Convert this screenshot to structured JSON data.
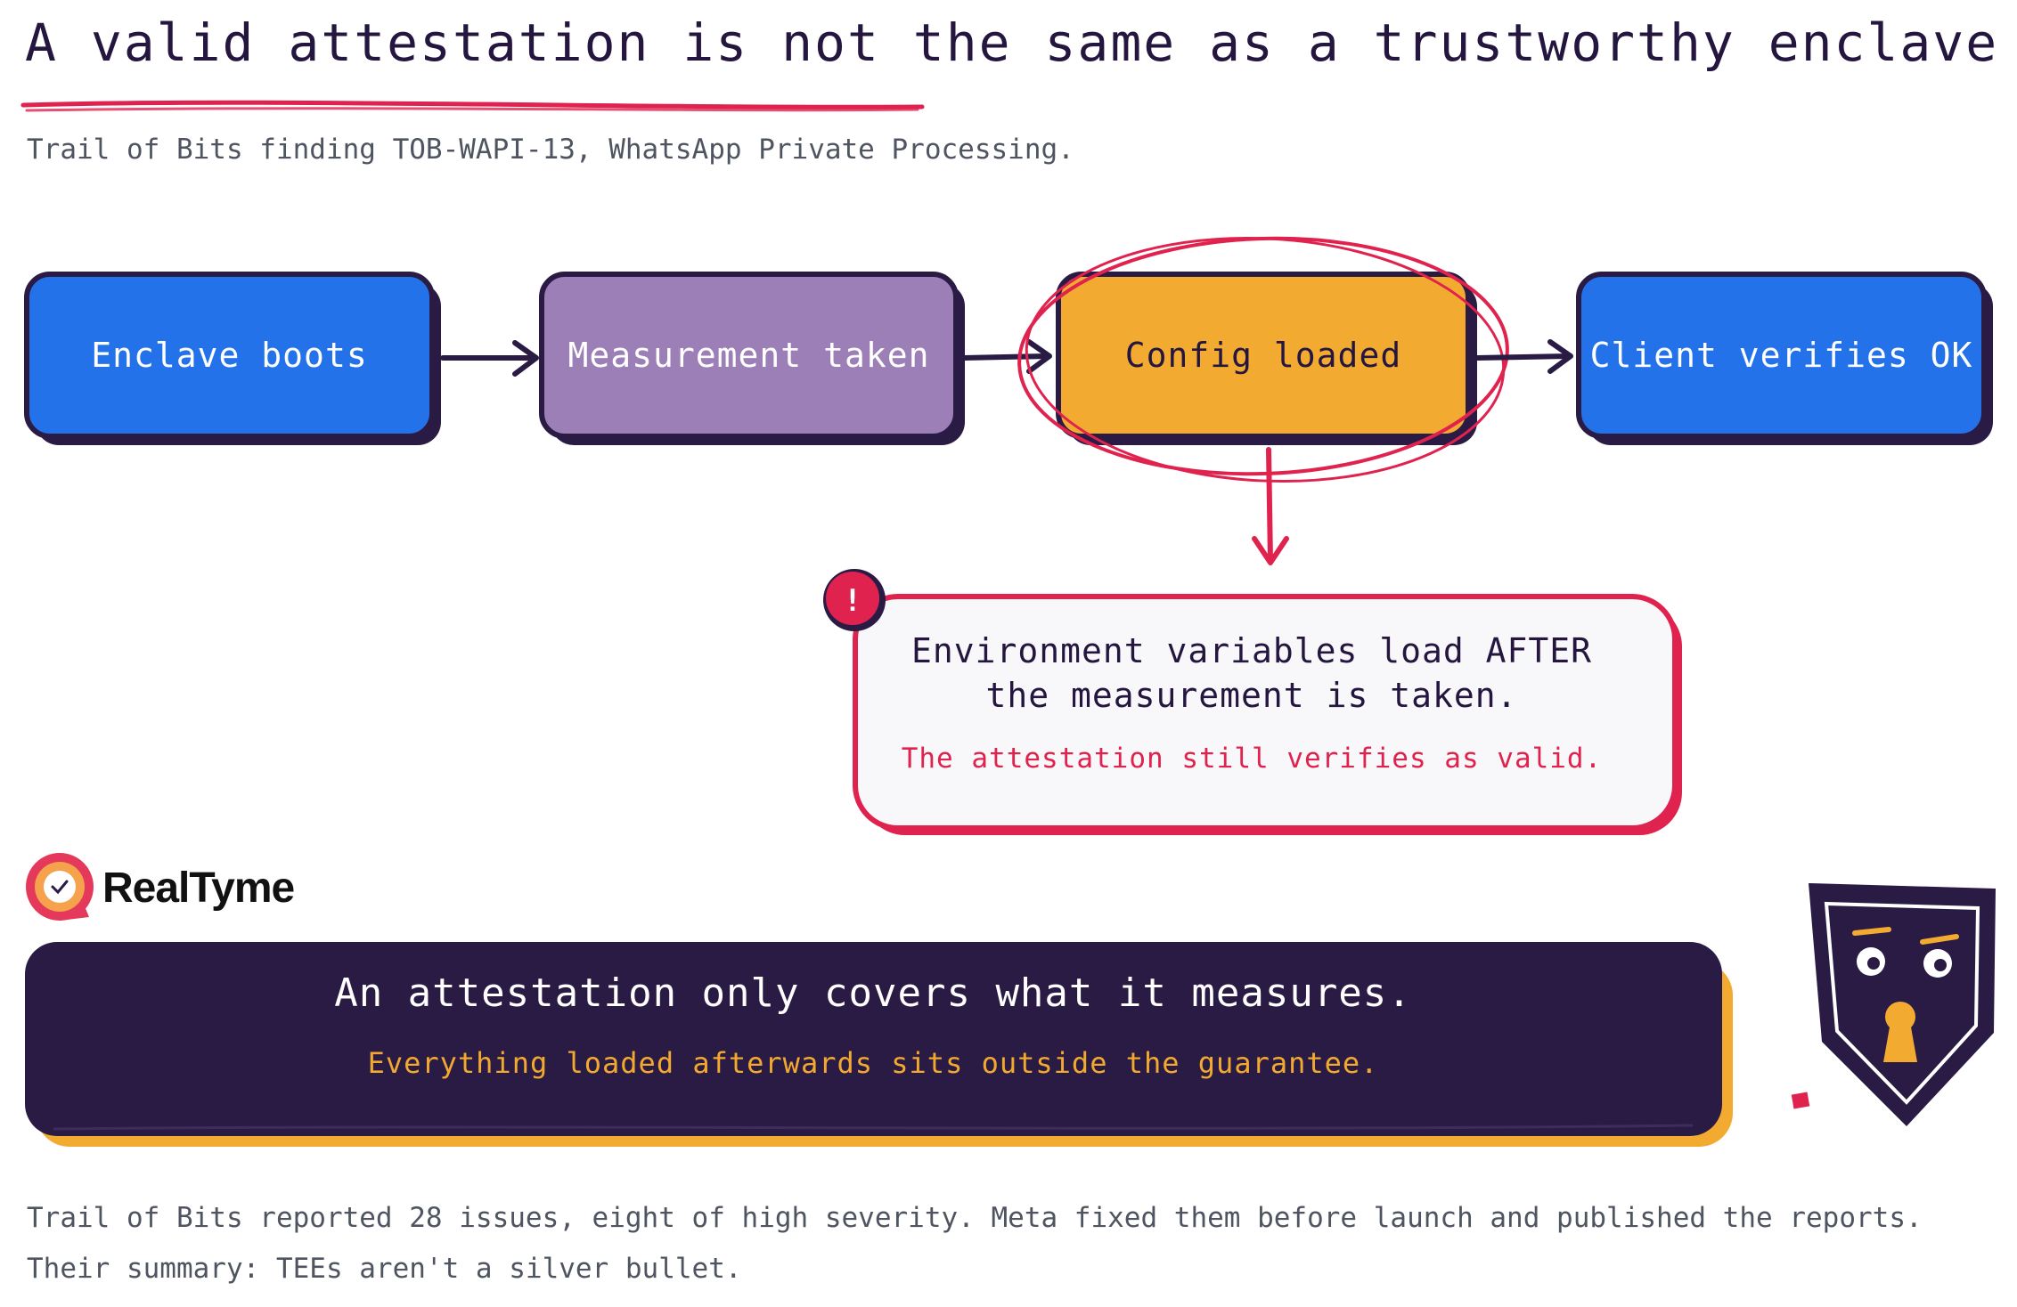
{
  "title": "A valid attestation is not the same as a trustworthy enclave",
  "subtitle": "Trail of Bits finding TOB-WAPI-13, WhatsApp Private Processing.",
  "flow": {
    "nodes": [
      {
        "label": "Enclave boots",
        "color": "#2472ea"
      },
      {
        "label": "Measurement taken",
        "color": "#9b7fb6"
      },
      {
        "label": "Config loaded",
        "color": "#f2ab30"
      },
      {
        "label": "Client verifies OK",
        "color": "#2472ea"
      }
    ],
    "highlight_color": "#e0234e"
  },
  "callout": {
    "icon": "exclamation-icon",
    "line1": "Environment variables load AFTER",
    "line2": "the measurement is taken.",
    "note": "The attestation still verifies as valid."
  },
  "brand": {
    "name": "RealTyme",
    "icon": "chat-check-logo-icon"
  },
  "banner": {
    "main": "An attestation only covers what it measures.",
    "sub": "Everything loaded afterwards sits outside the guarantee.",
    "bg_color": "#2a1b45",
    "shadow_color": "#f2ab30"
  },
  "mascot": {
    "icon": "surprised-shield-icon"
  },
  "footer": {
    "line1": "Trail of Bits reported 28 issues, eight of high severity. Meta fixed them before launch and published the reports.",
    "line2": "Their summary: TEEs aren't a silver bullet."
  }
}
